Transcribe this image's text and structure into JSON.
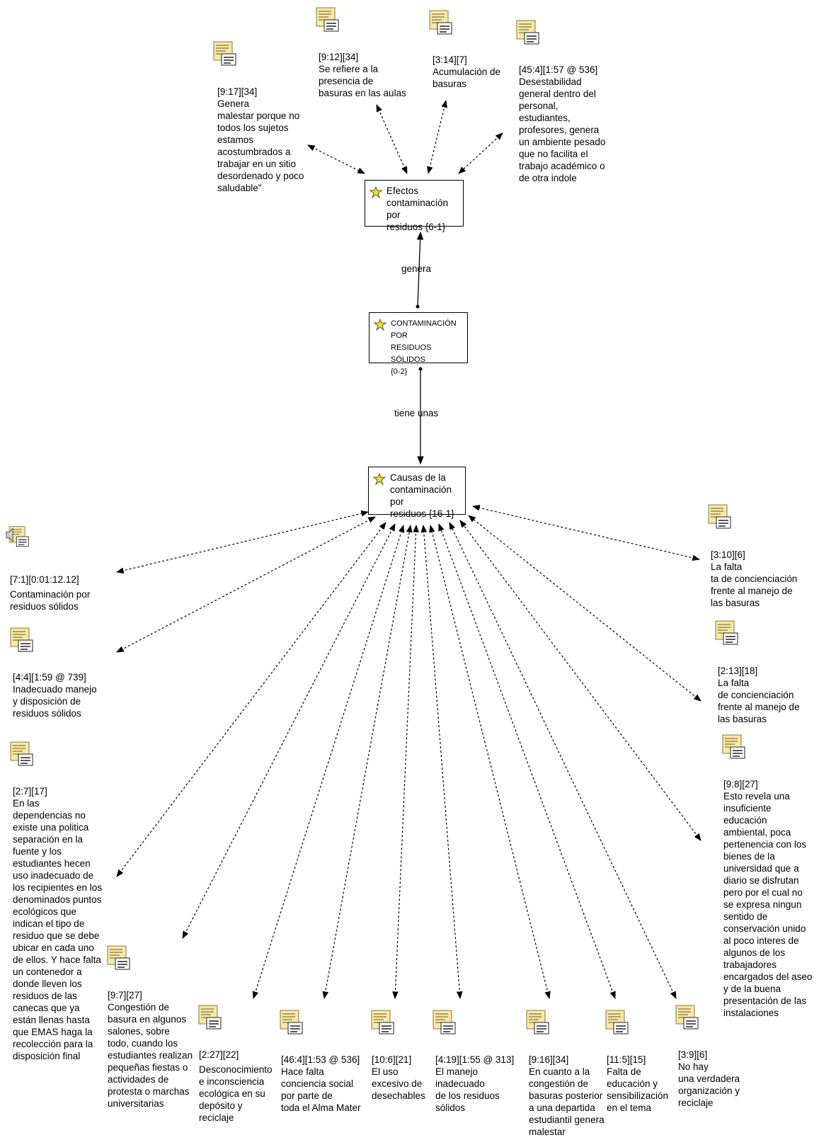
{
  "codes": {
    "effects": {
      "label": "Efectos\ncontaminación por\nresiduos {6-1}"
    },
    "center": {
      "label": "CONTAMINACIÓN POR\nRESIDUOS SÓLIDOS\n{0-2}"
    },
    "causes": {
      "label": "Causas de la\ncontaminación por\nresiduos {16-1}"
    }
  },
  "relations": {
    "top": "genera",
    "bottom": "tiene unas"
  },
  "icons": {
    "quotation": "text-quotation-icon",
    "audio": "audio-quotation-icon",
    "code": "code-star-icon"
  },
  "colors": {
    "icon_yellow": "#f7e8a6",
    "star_yellow": "#f5e400",
    "line": "#000000"
  },
  "effect_quotes": [
    {
      "id": "[9:17][34]",
      "text": "Genera\nmalestar porque no\ntodos los sujetos\nestamos\nacostumbrados a\ntrabajar en un sitio\ndesordenado y poco\nsaludable\""
    },
    {
      "id": "[9:12][34]",
      "text": "Se refiere a la\npresencia de\nbasuras en las aulas"
    },
    {
      "id": "[3:14][7]",
      "text": "Acumulación de\nbasuras"
    },
    {
      "id": "[45:4][1:57 @ 536]",
      "text": "Desestabilidad\ngeneral dentro del\npersonal,\nestudiantes,\nprofesores, genera\nun ambiente pesado\nque no facilita el\ntrabajo académico o\nde otra indole"
    }
  ],
  "cause_quotes": [
    {
      "id": "[7:1][0:01:12.12]",
      "text": "Contaminaciòn por\nresiduos sólidos"
    },
    {
      "id": "[4:4][1:59 @ 739]",
      "text": "Inadecuado manejo\ny disposición de\nresiduos sólidos"
    },
    {
      "id": "[2:7][17]",
      "text": "En las\ndependencias no\nexiste una politica\nseparación en la\nfuente y los\nestudiantes hecen\nuso inadecuado de\nlos recipientes en los\ndenominados puntos\necológicos que\nindican el tipo de\nresiduo que se debe\nubicar en cada uno\nde ellos. Y hace falta\nun contenedor a\ndonde lleven los\nresiduos de las\ncanecas que ya\nestán llenas hasta\nque EMAS haga la\nrecolección para la\ndisposición final"
    },
    {
      "id": "[9:7][27]",
      "text": "Congestión de\nbasura en algunos\nsalones, sobre\ntodo, cuando los\nestudiantes realizan\npequeñas fiestas o\nactividades de\nprotesta o marchas\nuniversitarias"
    },
    {
      "id": "[2:27][22]",
      "text": "Desconocimiento\ne inconsciencia\necológica en su\ndepósito y\nreciclaje"
    },
    {
      "id": "[46:4][1:53 @ 536]",
      "text": "Hace falta\nconciencia social\npor parte de\ntoda el Alma Mater"
    },
    {
      "id": "[10:6][21]",
      "text": "El uso\nexcesivo de\ndesechables"
    },
    {
      "id": "[4:19][1:55 @ 313]",
      "text": "El manejo\ninadecuado\nde los residuos\nsólidos"
    },
    {
      "id": "[9:16][34]",
      "text": "En cuanto a la\ncongestión de\nbasuras posterior\na una departida\nestudiantil genera\nmalestar"
    },
    {
      "id": "[11:5][15]",
      "text": "Falta de\neducación y\nsensibilización\nen el tema"
    },
    {
      "id": "[3:9][6]",
      "text": "No hay\nuna verdadera\norganización y\nreciclaje"
    },
    {
      "id": "[9:8][27]",
      "text": "Esto revela una\ninsuficiente\neducación\nambiental, poca\npertenencia con los\nbienes de la\nuniversidad que a\ndiario se disfrutan\npero por el cual no\nse expresa ningun\nsentido de\nconservación unido\nal poco interes de\nalgunos de los\ntrabajadores\nencargados del aseo\ny de la buena\npresentación de las\ninstalaciones"
    },
    {
      "id": "[2:13][18]",
      "text": "La falta\nde concienciación\nfrente al manejo de\nlas basuras"
    },
    {
      "id": "[3:10][6]",
      "text": "La falta\nta de concienciación\nfrente al manejo de\nlas basuras"
    }
  ]
}
